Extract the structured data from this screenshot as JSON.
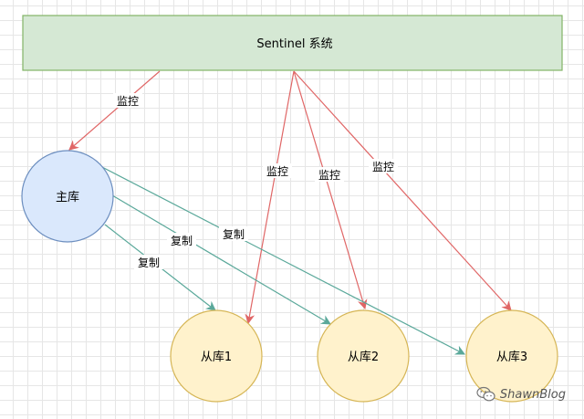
{
  "colors": {
    "monitor": "#e06666",
    "replicate": "#5aa89a",
    "sentinel_fill": "#d5e8d4",
    "sentinel_stroke": "#82b366",
    "master_fill": "#dae8fc",
    "master_stroke": "#6c8ebf",
    "slave_fill": "#fff2cc",
    "slave_stroke": "#d6b656"
  },
  "nodes": {
    "sentinel": "Sentinel 系统",
    "master": "主库",
    "slave1": "从库1",
    "slave2": "从库2",
    "slave3": "从库3"
  },
  "edges": {
    "monitor_master": "监控",
    "monitor_slave1": "监控",
    "monitor_slave2": "监控",
    "monitor_slave3": "监控",
    "replicate_slave1": "复制",
    "replicate_slave2": "复制",
    "replicate_slave3": "复制"
  },
  "watermark": {
    "icon": "wechat-icon",
    "text": "ShawnBlog"
  }
}
